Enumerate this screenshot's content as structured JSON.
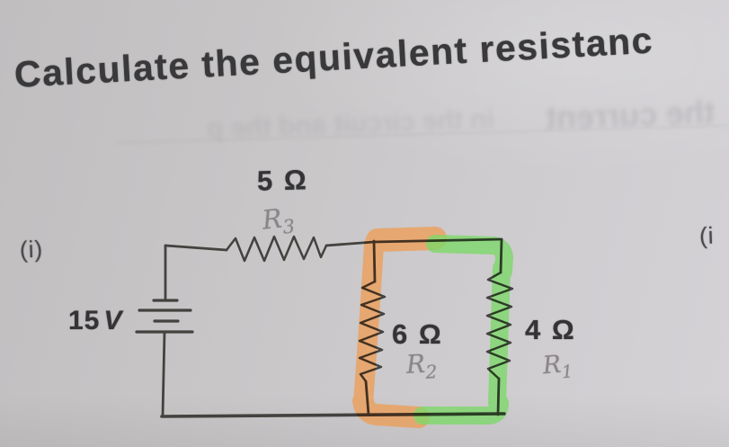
{
  "page": {
    "title": "Calculate the equivalent resistanc",
    "item_label_left": "(i)",
    "item_label_right": "(i"
  },
  "bleedthrough": {
    "text1": "the current",
    "text2": "in the circuit and the p"
  },
  "circuit": {
    "source": {
      "value": "15",
      "unit": "V"
    },
    "resistors": [
      {
        "id": "R3",
        "printed": "5 Ω",
        "hw_main": "R",
        "hw_sub": "3",
        "position": "top-series",
        "highlight": "none"
      },
      {
        "id": "R2",
        "printed": "6 Ω",
        "hw_main": "R",
        "hw_sub": "2",
        "position": "middle-parallel-branch",
        "highlight": "orange"
      },
      {
        "id": "R1",
        "printed": "4 Ω",
        "hw_main": "R",
        "hw_sub": "1",
        "position": "right-parallel-branch",
        "highlight": "green"
      }
    ],
    "colors": {
      "ink": "#3d3b38",
      "pencil": "#8b8689",
      "highlight_orange": "#f09a4e",
      "highlight_green": "#7cd868",
      "paper": "#cac8c9"
    }
  }
}
